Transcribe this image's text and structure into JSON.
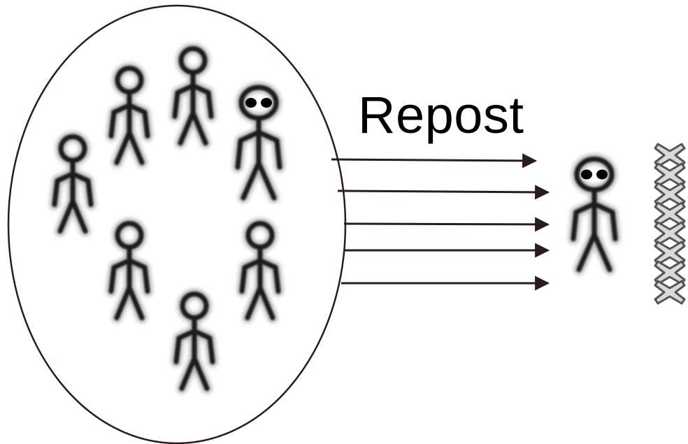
{
  "diagram": {
    "label": "Repost",
    "colors": {
      "outline": "#2a1a24",
      "figure": "#1f1f1f",
      "figure_shadow": "#b9b9b9",
      "cross_fill": "#d9d9d9",
      "cross_stroke": "#555555"
    },
    "group": {
      "member_count": 7,
      "repost_arrow_count": 5
    },
    "target": {
      "blocked_marks_count": 7
    }
  }
}
